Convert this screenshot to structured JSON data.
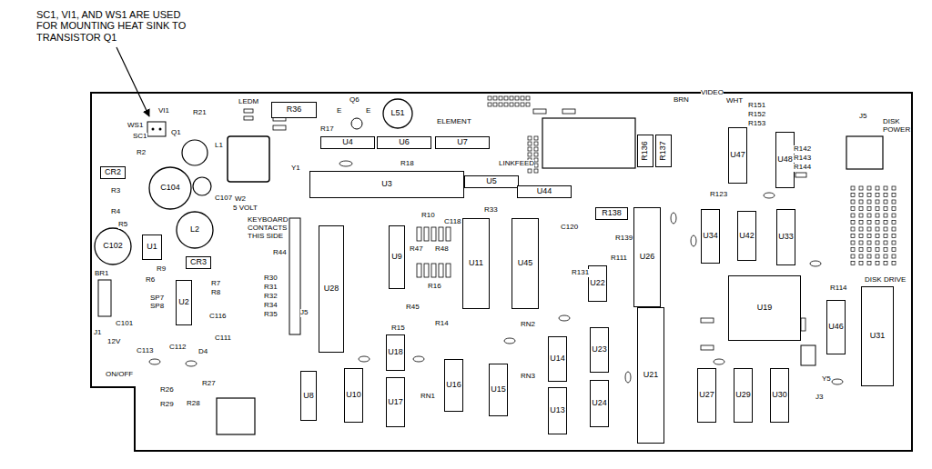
{
  "diagram": {
    "nodes": [
      {
        "text": [
          "CR2"
        ]
      },
      {
        "text": [
          "C104"
        ]
      },
      {
        "text": [
          "C102"
        ]
      },
      {
        "text": [
          "L2"
        ]
      },
      {
        "text": [
          "L51"
        ]
      },
      {
        "text": [
          "R36"
        ]
      },
      {
        "text": [
          "U4"
        ]
      },
      {
        "text": [
          "U6"
        ]
      },
      {
        "text": [
          "U7"
        ]
      },
      {
        "text": [
          "R136"
        ]
      },
      {
        "text": [
          "R137"
        ]
      },
      {
        "text": [
          "U3"
        ]
      },
      {
        "text": [
          "U5"
        ]
      },
      {
        "text": [
          "U44"
        ]
      },
      {
        "text": [
          "R138"
        ]
      },
      {
        "text": [
          "U1"
        ]
      },
      {
        "text": [
          "CR3"
        ]
      },
      {
        "text": [
          "U28"
        ]
      },
      {
        "text": [
          "U9"
        ]
      },
      {
        "text": [
          "U11"
        ]
      },
      {
        "text": [
          "U45"
        ]
      },
      {
        "text": [
          "U26"
        ]
      },
      {
        "text": [
          "U2"
        ]
      },
      {
        "text": [
          "U22"
        ]
      },
      {
        "text": [
          "U19"
        ]
      },
      {
        "text": [
          "U23"
        ]
      },
      {
        "text": [
          "U21"
        ]
      },
      {
        "text": [
          "U18"
        ]
      },
      {
        "text": [
          "U14"
        ]
      },
      {
        "text": [
          "U16"
        ]
      },
      {
        "text": [
          "U15"
        ]
      },
      {
        "text": [
          "U13"
        ]
      },
      {
        "text": [
          "U24"
        ]
      },
      {
        "text": [
          "U8"
        ]
      },
      {
        "text": [
          "U10"
        ]
      },
      {
        "text": [
          "U17"
        ]
      },
      {
        "text": [
          "U27"
        ]
      },
      {
        "text": [
          "U29"
        ]
      },
      {
        "text": [
          "U30"
        ]
      },
      {
        "text": [
          "U31"
        ]
      },
      {
        "text": [
          "U46"
        ]
      },
      {
        "text": [
          "U47"
        ]
      },
      {
        "text": [
          "U48"
        ]
      },
      {
        "text": [
          "U34"
        ]
      },
      {
        "text": [
          "U42"
        ]
      },
      {
        "text": [
          "U33"
        ]
      }
    ],
    "labels": [
      "SC1, VI1, AND WS1 ARE USED FOR MOUNTING HEAT SINK TO TRANSISTOR Q1",
      "VI1",
      "WS1",
      "SC1",
      "Q1",
      "LEDM",
      "R21",
      "R2",
      "R3",
      "L1",
      "W2",
      "5 VOLT",
      "R4",
      "R5",
      "C107",
      "KEYBOARD CONTACTS THIS SIDE",
      "R44",
      "BR1",
      "R6",
      "C101",
      "J1",
      "12V",
      "ON/OFF",
      "Q6",
      "E",
      "E",
      "ELEMENT",
      "BRN",
      "VIDEO",
      "WHT",
      "J5",
      "DISK",
      "POWER",
      "DISK DRIVE",
      "Y1",
      "Y5",
      "J3",
      "J5",
      "R18",
      "R17",
      "LINKFEED",
      "RN1",
      "RN2",
      "RN3",
      "R33",
      "R10",
      "R47",
      "R48",
      "R16",
      "R14",
      "R15",
      "R45",
      "C118",
      "C120",
      "C111",
      "C113",
      "D4",
      "R26",
      "R27",
      "R29",
      "R28",
      "SP7",
      "SP8",
      "C116",
      "R30",
      "R31",
      "R32",
      "R34",
      "R35",
      "R111",
      "R114",
      "R131",
      "R123",
      "R139",
      "R142",
      "R143",
      "R144",
      "R151",
      "R152",
      "R153",
      "C112",
      "R7",
      "R8",
      "R9"
    ]
  }
}
